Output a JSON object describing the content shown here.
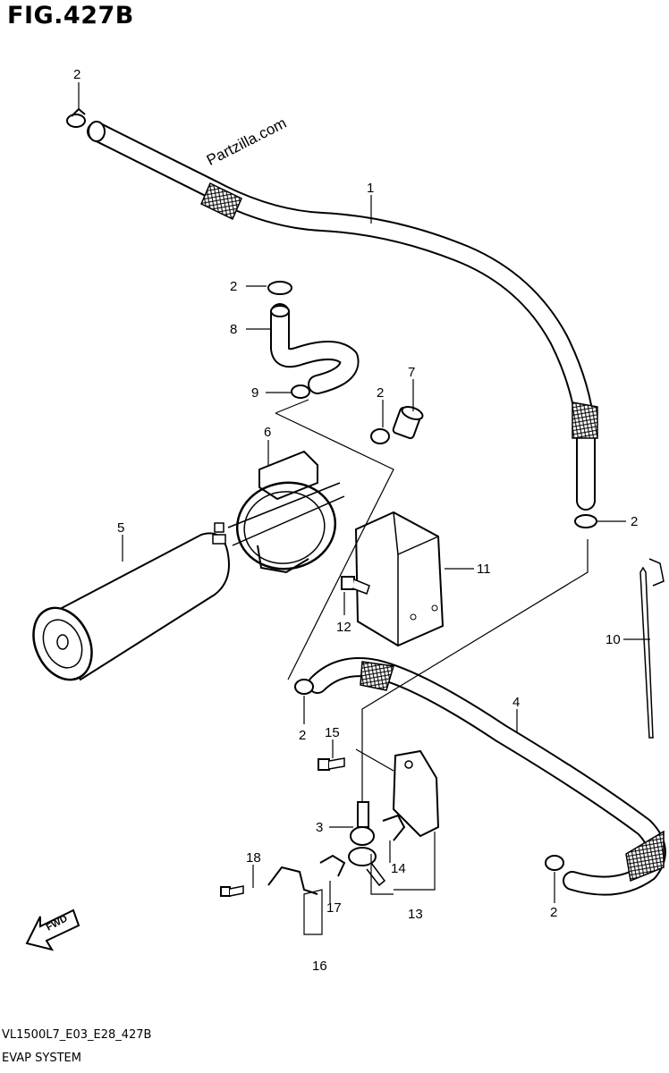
{
  "figure": {
    "title": "FIG.427B",
    "watermark": "Partzilla.com",
    "fwd_label": "FWD"
  },
  "footer": {
    "code": "VL1500L7_E03_E28_427B",
    "description": "EVAP SYSTEM"
  },
  "callouts": {
    "c1": "1",
    "c2a": "2",
    "c2b": "2",
    "c2c": "2",
    "c2d": "2",
    "c2e": "2",
    "c2f": "2",
    "c3": "3",
    "c4": "4",
    "c5": "5",
    "c6": "6",
    "c7": "7",
    "c8": "8",
    "c9": "9",
    "c10": "10",
    "c11": "11",
    "c12": "12",
    "c13": "13",
    "c14": "14",
    "c15": "15",
    "c16": "16",
    "c17": "17",
    "c18": "18"
  }
}
